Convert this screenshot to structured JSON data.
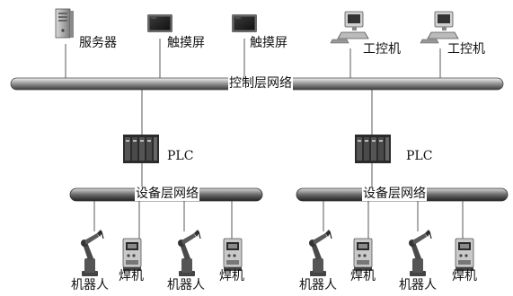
{
  "control_network": {
    "label": "控制层网络"
  },
  "device_networks": [
    {
      "label": "设备层网络"
    },
    {
      "label": "设备层网络"
    }
  ],
  "top_devices": {
    "server": {
      "label": "服务器",
      "icon": "server-tower-icon"
    },
    "touchscreens": [
      {
        "label": "触摸屏",
        "icon": "touchscreen-monitor-icon"
      },
      {
        "label": "触摸屏",
        "icon": "touchscreen-monitor-icon"
      }
    ],
    "industrial_pcs": [
      {
        "label": "工控机",
        "icon": "desktop-computer-icon"
      },
      {
        "label": "工控机",
        "icon": "desktop-computer-icon"
      }
    ]
  },
  "plcs": [
    {
      "label": "PLC",
      "icon": "plc-rack-icon"
    },
    {
      "label": "PLC",
      "icon": "plc-rack-icon"
    }
  ],
  "field_devices": {
    "robot_label": "机器人",
    "welder_label": "焊机",
    "robot_icon": "robot-arm-icon",
    "welder_icon": "welding-machine-icon"
  }
}
